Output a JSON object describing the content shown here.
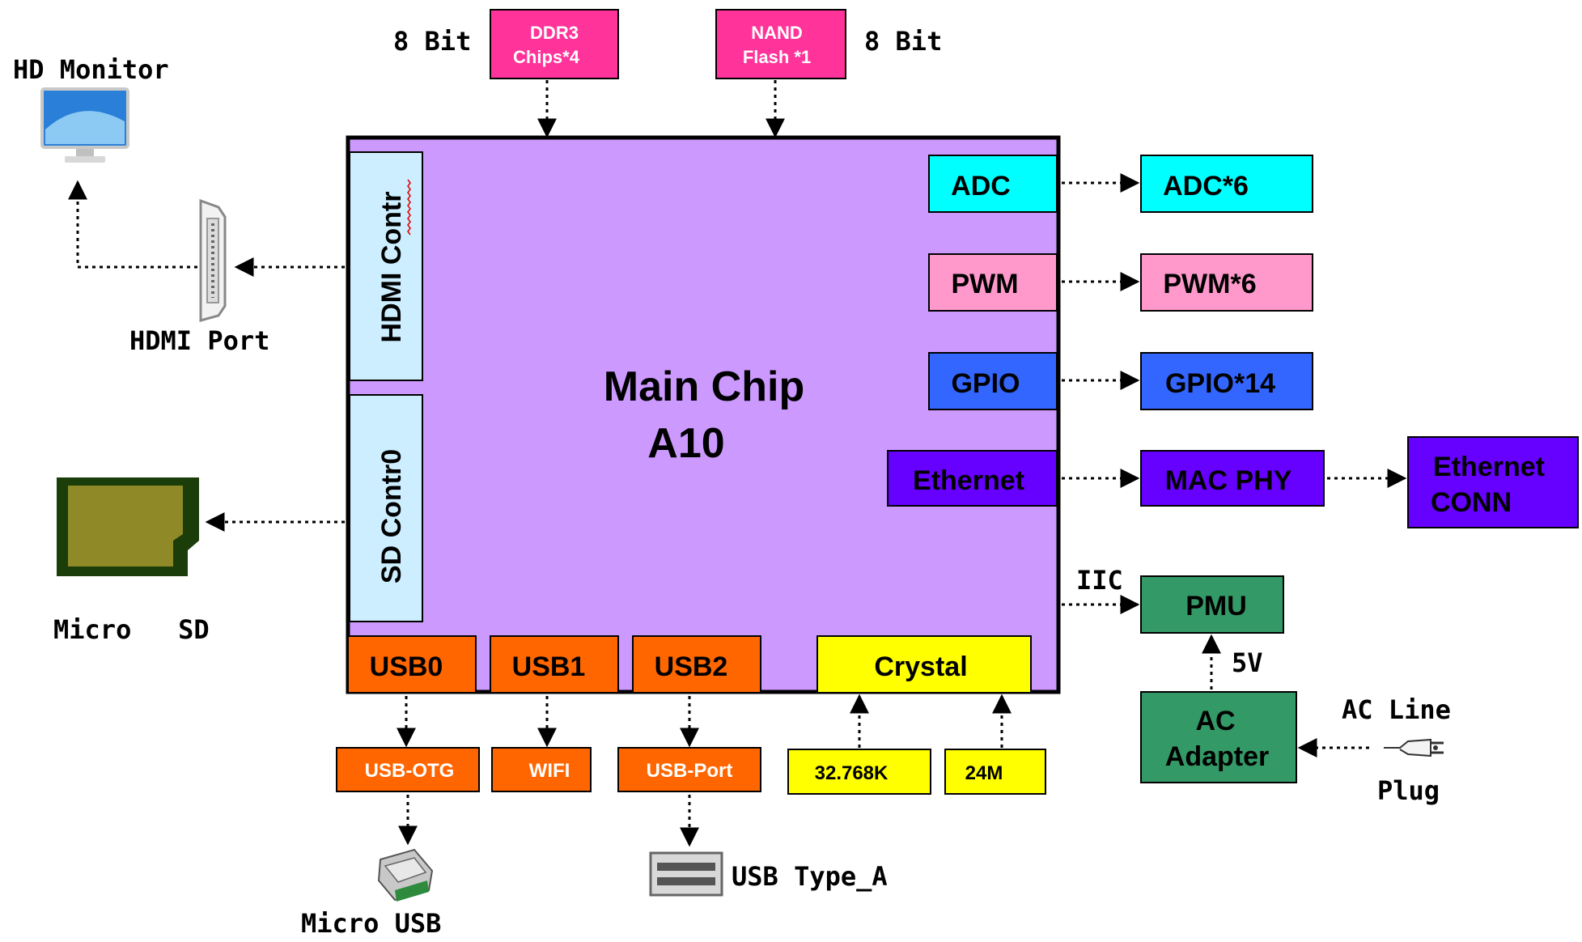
{
  "main_chip": {
    "line1": "Main Chip",
    "line2": "A10"
  },
  "memory": {
    "ddr3": {
      "line1": "DDR3",
      "line2": "Chips*4",
      "width": "8 Bit"
    },
    "nand": {
      "line1": "NAND",
      "line2": "Flash *1",
      "width": "8 Bit"
    }
  },
  "left_controllers": {
    "hdmi": "HDMI Contr",
    "sd": "SD Contr0"
  },
  "left_devices": {
    "monitor": "HD Monitor",
    "hdmi_port": "HDMI Port",
    "micro_sd": "Micro   SD"
  },
  "inner_blocks": {
    "adc": "ADC",
    "pwm": "PWM",
    "gpio": "GPIO",
    "ethernet": "Ethernet"
  },
  "outer_blocks": {
    "adc": "ADC*6",
    "pwm": "PWM*6",
    "gpio": "GPIO*14",
    "mac_phy": "MAC PHY",
    "eth_conn_1": "Ethernet",
    "eth_conn_2": "CONN"
  },
  "power": {
    "iic": "IIC",
    "pmu": "PMU",
    "v5": "5V",
    "adapter_1": "AC",
    "adapter_2": "Adapter",
    "ac_line": "AC Line",
    "plug": "Plug"
  },
  "usb": {
    "usb0": "USB0",
    "usb1": "USB1",
    "usb2": "USB2",
    "otg": "USB-OTG",
    "wifi": "WIFI",
    "port": "USB-Port",
    "micro_usb": "Micro USB",
    "type_a": "USB Type_A"
  },
  "crystal": {
    "label": "Crystal",
    "f1": "32.768K",
    "f2": "24M"
  },
  "colors": {
    "chip_fill": "#cc99ff",
    "magenta": "#ff3399",
    "cyan": "#00ffff",
    "pink": "#ff99cc",
    "blue": "#3366ff",
    "purple": "#6600ff",
    "orange": "#ff6600",
    "yellow": "#ffff00",
    "green": "#339966",
    "light_blue": "#cceeff"
  }
}
